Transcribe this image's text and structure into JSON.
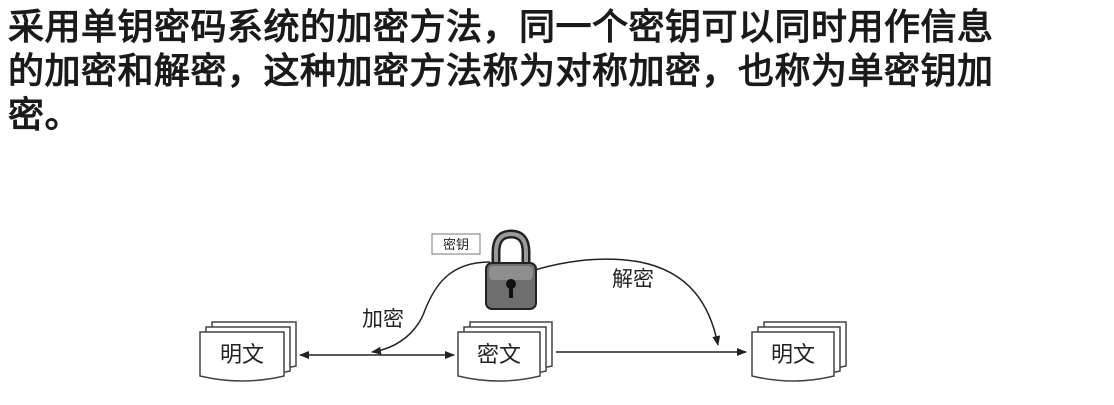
{
  "heading": {
    "lines": [
      "采用单钥密码系统的加密方法，同一个密钥可以同时用作信息",
      "的加密和解密，这种加密方法称为对称加密，也称为单密钥加",
      "密。"
    ]
  },
  "diagram": {
    "key_label": "密钥",
    "encrypt_label": "加密",
    "decrypt_label": "解密",
    "plaintext_left": "明文",
    "ciphertext": "密文",
    "plaintext_right": "明文"
  }
}
